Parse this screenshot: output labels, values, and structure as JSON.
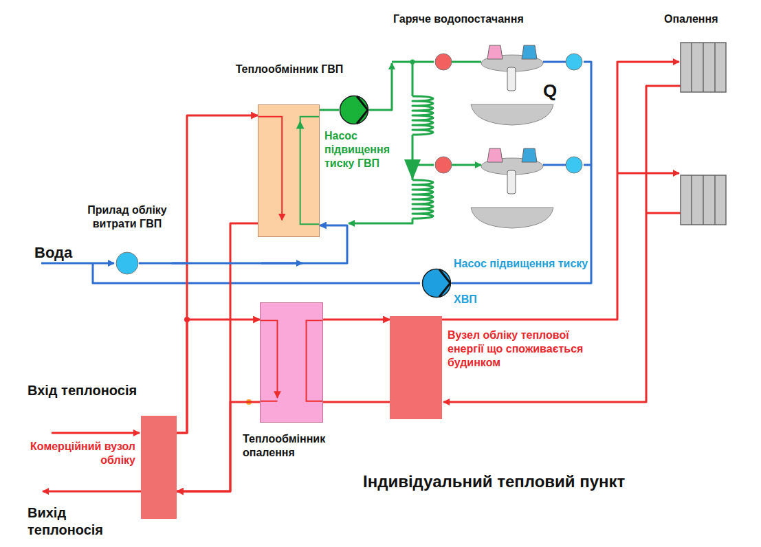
{
  "diagram": {
    "title": "Індивідуальний тепловий пункт",
    "nodes": [
      {
        "text": [
          "Теплообмінник ГВП"
        ]
      },
      {
        "text": [
          "Насос підвищення тиску ГВП"
        ]
      },
      {
        "text": [
          "Прилад обліку витрати ГВП"
        ]
      },
      {
        "text": [
          "Насос підвищення тиску ХВП"
        ]
      },
      {
        "text": [
          "Теплообмінник опалення"
        ]
      },
      {
        "text": [
          "Вузел обліку теплової енергії що споживається будинком"
        ]
      },
      {
        "text": [
          "Комерційний вузол обліку"
        ]
      }
    ],
    "edges": [
      {
        "from": 6,
        "to": 0,
        "arrow": "to"
      },
      {
        "from": 6,
        "to": 4,
        "arrow": "to"
      },
      {
        "from": 0,
        "to": 6,
        "arrow": "none"
      },
      {
        "from": 4,
        "to": 6,
        "arrow": "to"
      },
      {
        "from": 4,
        "to": 5,
        "arrow": "to"
      },
      {
        "from": 5,
        "to": 4,
        "arrow": "none"
      },
      {
        "from": 0,
        "to": 1,
        "arrow": "none"
      },
      {
        "from": 2,
        "to": 0,
        "arrow": "to"
      }
    ],
    "labels": [
      "Гаряче водопостачання",
      "Опалення",
      "Вода",
      "Q",
      "Вхід теплоносія",
      "Вихід теплоносія"
    ]
  }
}
